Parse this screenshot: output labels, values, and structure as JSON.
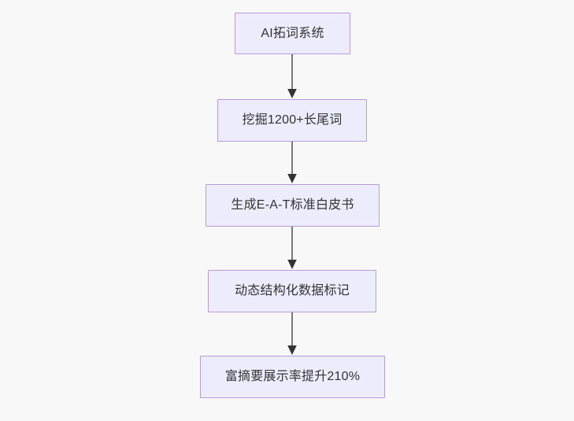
{
  "diagram": {
    "type": "flowchart",
    "direction": "top-to-bottom",
    "background_color": "#f8f8f8",
    "node_fill_color": "#ececfc",
    "node_border_color": "#b79ddb",
    "node_text_color": "#333333",
    "edge_line_color": "#7a7a7a",
    "edge_arrow_color": "#333333",
    "nodes": [
      {
        "id": "node-1",
        "label": "AI拓词系统"
      },
      {
        "id": "node-2",
        "label": "挖掘1200+长尾词"
      },
      {
        "id": "node-3",
        "label": "生成E-A-T标准白皮书"
      },
      {
        "id": "node-4",
        "label": "动态结构化数据标记"
      },
      {
        "id": "node-5",
        "label": "富摘要展示率提升210%"
      }
    ],
    "edges": [
      {
        "id": "edge-1",
        "from": "node-1",
        "to": "node-2",
        "label": ""
      },
      {
        "id": "edge-2",
        "from": "node-2",
        "to": "node-3",
        "label": ""
      },
      {
        "id": "edge-3",
        "from": "node-3",
        "to": "node-4",
        "label": ""
      },
      {
        "id": "edge-4",
        "from": "node-4",
        "to": "node-5",
        "label": ""
      }
    ]
  }
}
